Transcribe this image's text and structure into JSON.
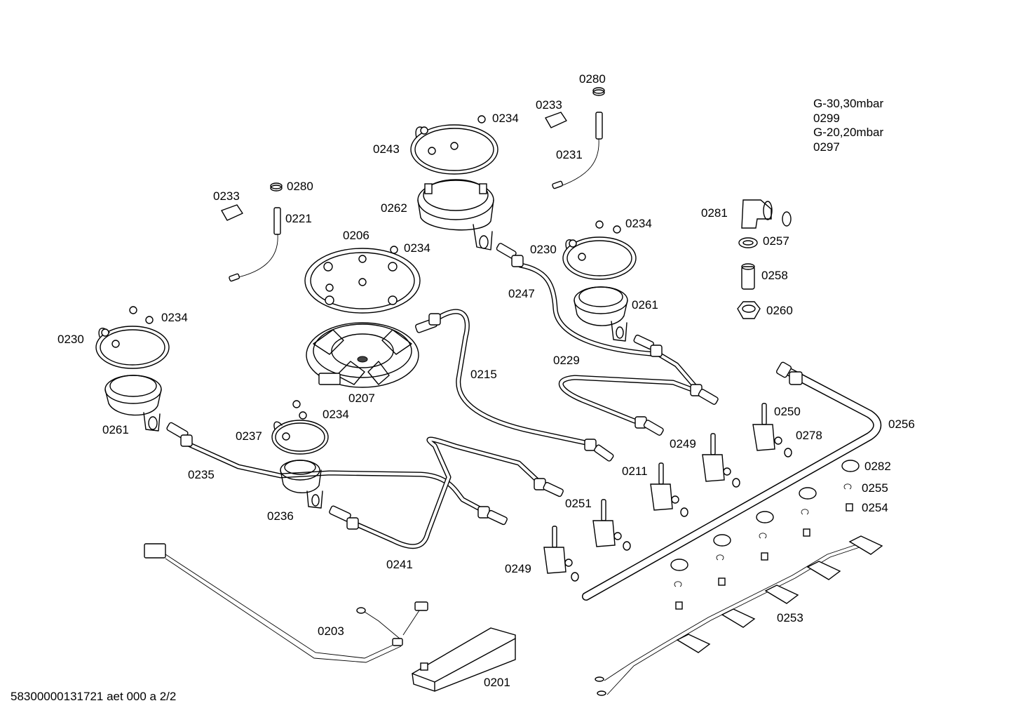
{
  "gas_notes": [
    "G-30,30mbar",
    "0299",
    "G-20,20mbar",
    "0297"
  ],
  "footer": "58300000131721 aet 000 a 2/2",
  "labels": [
    "0280",
    "0233",
    "0234",
    "0243",
    "0231",
    "0233",
    "0280",
    "0221",
    "0262",
    "0206",
    "0234",
    "0281",
    "0234",
    "0230",
    "0257",
    "0258",
    "0247",
    "0261",
    "0260",
    "0234",
    "0230",
    "0229",
    "0215",
    "0256",
    "0250",
    "0207",
    "0234",
    "0261",
    "0278",
    "0237",
    "0249",
    "0282",
    "0211",
    "0235",
    "0255",
    "0251",
    "0254",
    "0236",
    "0241",
    "0249",
    "0253",
    "0203",
    "0201"
  ]
}
